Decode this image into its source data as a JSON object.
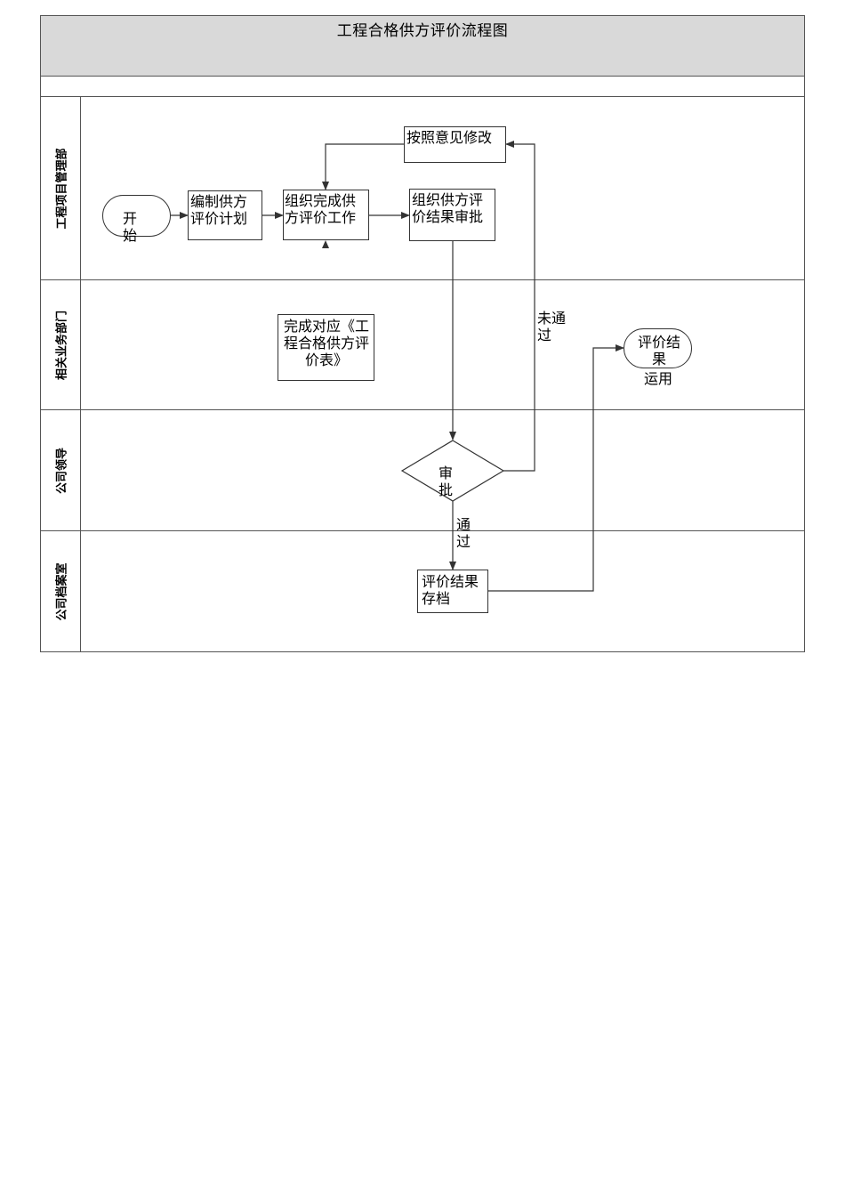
{
  "title": "工程合格供方评价流程图",
  "lanes": [
    {
      "label": "工程项目管理部"
    },
    {
      "label": "相关业务部门"
    },
    {
      "label": "公司领导"
    },
    {
      "label": "公司档案室"
    }
  ],
  "nodes": {
    "start": "开\n始",
    "plan": "编制供方\n评价计划",
    "organize": "组织完成供\n方评价工作",
    "revise": "按照意见修改",
    "approval_req": "组织供方评\n价结果审批",
    "form": "完成对应《工\n程合格供方评\n价表》",
    "decision": "审\n批",
    "archive": "评价结果\n存档",
    "apply": "评价结\n果",
    "apply_tail": "运用"
  },
  "edge_labels": {
    "fail": "未通\n过",
    "pass": "通\n过"
  },
  "colors": {
    "title_band": "#d9d9d9",
    "line": "#333333"
  }
}
